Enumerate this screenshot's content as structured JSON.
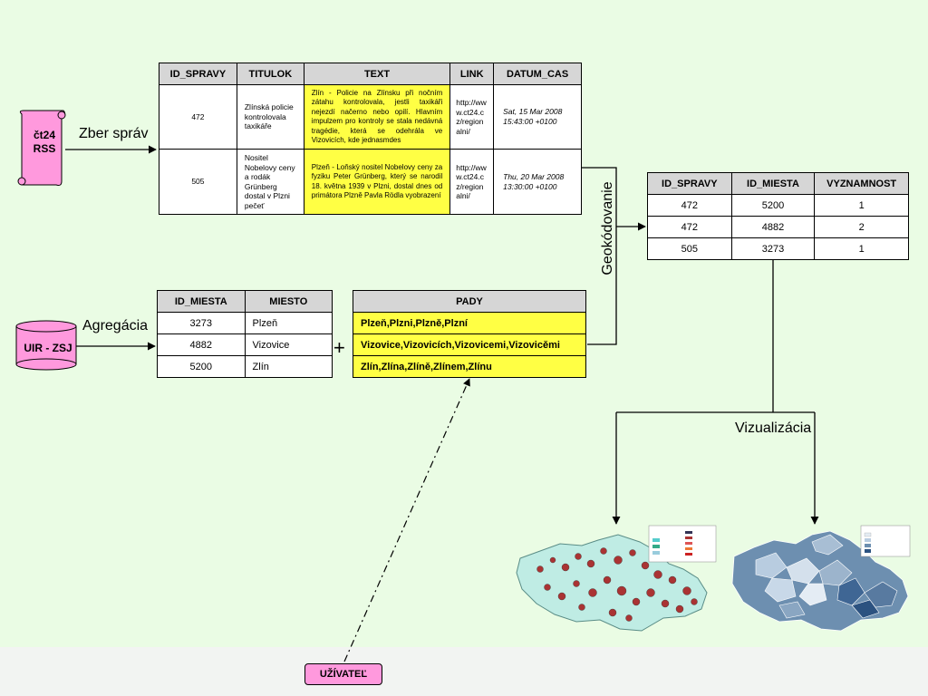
{
  "news_table": {
    "headers": [
      "ID_SPRAVY",
      "TITULOK",
      "TEXT",
      "LINK",
      "DATUM_CAS"
    ],
    "rows": [
      {
        "id": "472",
        "title": "Zlínská policie kontrolovala taxikáře",
        "text": "Zlín - Policie na Zlínsku při nočním zátahu kontrolovala, jestli taxikáři nejezdí načerno nebo opilí. Hlavním impulzem pro kontroly se stala nedávná tragédie, která se odehrála ve Vizovicích, kde jednasmdes",
        "link": "http://www.ct24.cz/regionalni/",
        "date": "Sat, 15 Mar 2008 15:43:00 +0100"
      },
      {
        "id": "505",
        "title": "Nositel Nobelovy ceny a rodák Grünberg dostal v Plzni pečeť",
        "text": "Plzeň - Loňský nositel Nobelovy ceny za fyziku Peter Grünberg, který se narodil 18. května 1939 v Plzni, dostal dnes od primátora Plzně Pavla Rödla vyobrazení",
        "link": "http://www.ct24.cz/regionalni/",
        "date": "Thu, 20 Mar 2008 13:30:00 +0100"
      }
    ]
  },
  "geo_table": {
    "headers": [
      "ID_SPRAVY",
      "ID_MIESTA",
      "VYZNAMNOST"
    ],
    "rows": [
      [
        "472",
        "5200",
        "1"
      ],
      [
        "472",
        "4882",
        "2"
      ],
      [
        "505",
        "3273",
        "1"
      ]
    ]
  },
  "places_table": {
    "headers": [
      "ID_MIESTA",
      "MIESTO"
    ],
    "rows": [
      [
        "3273",
        "Plzeň"
      ],
      [
        "4882",
        "Vizovice"
      ],
      [
        "5200",
        "Zlín"
      ]
    ]
  },
  "cases_table": {
    "header": "PADY",
    "rows": [
      "Plzeň,Plzni,Plzně,Plzní",
      "Vizovice,Vizovicích,Vizovicemi,Vizovicěmi",
      "Zlín,Zlína,Zlíně,Zlínem,Zlínu"
    ]
  },
  "labels": {
    "rss_source": "čt24\nRSS",
    "rss_line1": "čt24",
    "rss_line2": "RSS",
    "collect": "Zber správ",
    "db": "UIR - ZSJ",
    "aggregation": "Agregácia",
    "plus": "+",
    "geocoding": "Geokódovanie",
    "visualization": "Vizualizácia",
    "user": "UŽÍVATEĽ"
  },
  "colors": {
    "background": "#eafce4",
    "pink": "#ff99dd",
    "yellow": "#ffff44",
    "header_gray": "#d6d6d6"
  }
}
